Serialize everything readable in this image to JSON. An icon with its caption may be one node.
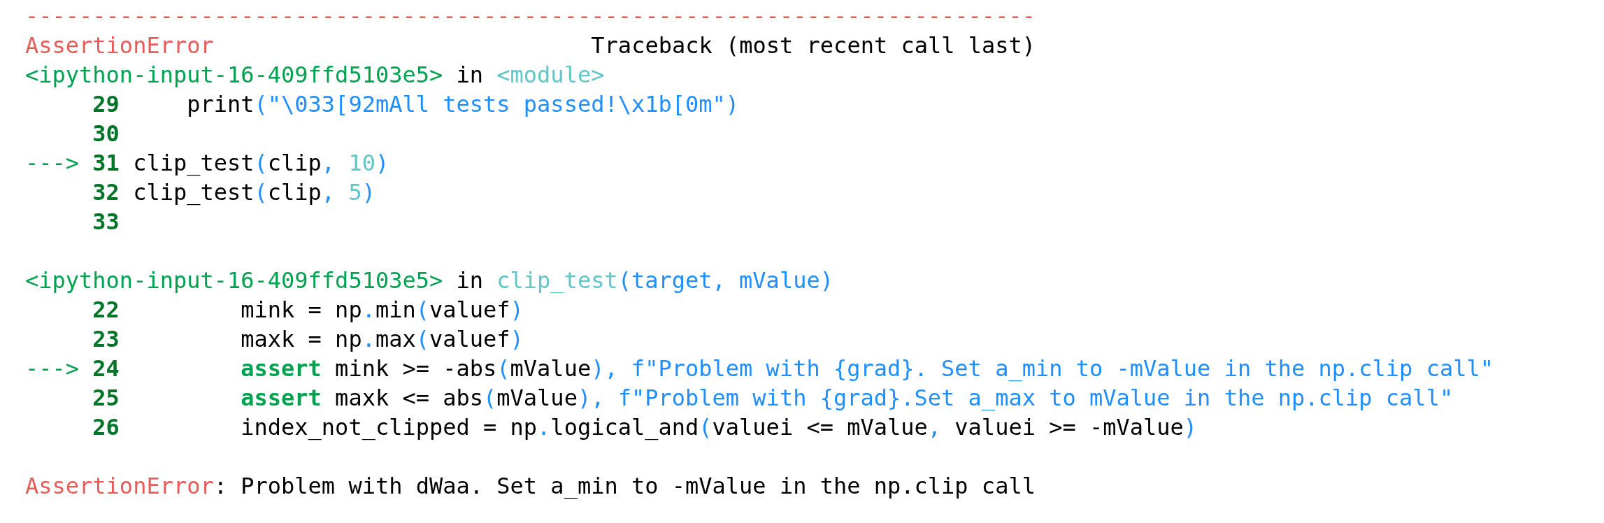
{
  "diagram": {
    "labels": [
      "---------------------------------------------------------------------------",
      "AssertionError",
      "Traceback (most recent call last)",
      "<ipython-input-16-409ffd5103e5> in <module>",
      "     29     print(\"\\033[92mAll tests passed!\\x1b[0m\")",
      "     30",
      "---> 31 clip_test(clip, 10)",
      "     32 clip_test(clip, 5)",
      "     33",
      "<ipython-input-16-409ffd5103e5> in clip_test(target, mValue)",
      "     22         mink = np.min(valuef)",
      "     23         maxk = np.max(valuef)",
      "---> 24         assert mink >= -abs(mValue), f\"Problem with {grad}. Set a_min to -mValue in the np.clip call\"",
      "     25         assert maxk <= abs(mValue), f\"Problem with {grad}.Set a_max to mValue in the np.clip call\"",
      "     26         index_not_clipped = np.logical_and(valuei <= mValue, valuei >= -mValue)",
      "AssertionError: Problem with dWaa. Set a_min to -mValue in the np.clip call"
    ]
  }
}
